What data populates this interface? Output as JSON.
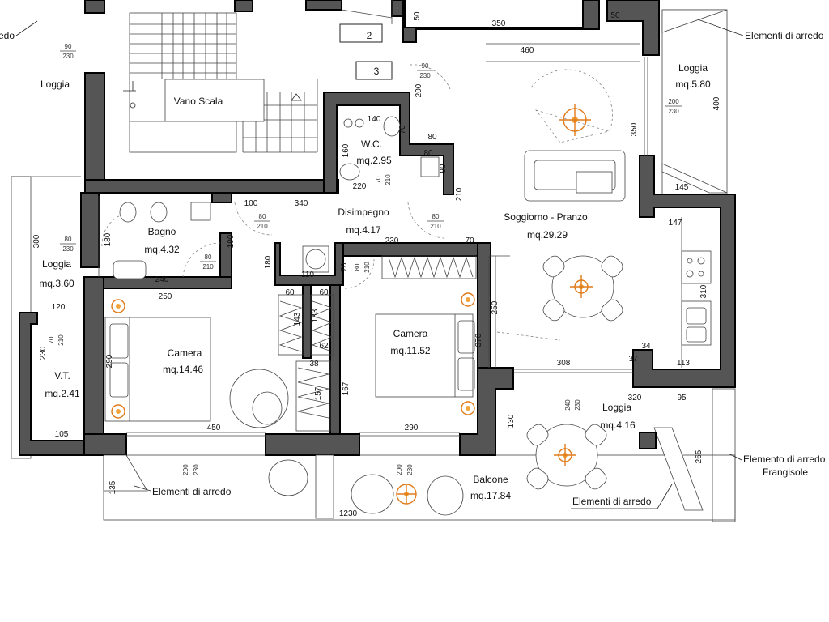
{
  "rooms": [
    {
      "name": "Loggia",
      "area": "",
      "key": "loggia-top-left"
    },
    {
      "name": "Vano Scala",
      "area": "",
      "key": "stairwell"
    },
    {
      "name": "W.C.",
      "area": "mq.2.95",
      "key": "wc"
    },
    {
      "name": "Disimpegno",
      "area": "mq.4.17",
      "key": "hallway"
    },
    {
      "name": "Bagno",
      "area": "mq.4.32",
      "key": "bathroom"
    },
    {
      "name": "Loggia",
      "area": "mq.3.60",
      "key": "loggia-left"
    },
    {
      "name": "V.T.",
      "area": "mq.2.41",
      "key": "vt"
    },
    {
      "name": "Camera",
      "area": "mq.14.46",
      "key": "bedroom-left"
    },
    {
      "name": "Camera",
      "area": "mq.11.52",
      "key": "bedroom-right"
    },
    {
      "name": "Soggiorno - Pranzo",
      "area": "mq.29.29",
      "key": "living"
    },
    {
      "name": "Loggia",
      "area": "mq.5.80",
      "key": "loggia-top-right"
    },
    {
      "name": "Loggia",
      "area": "mq.4.16",
      "key": "loggia-bottom-right"
    },
    {
      "name": "Balcone",
      "area": "mq.17.84",
      "key": "balcony"
    }
  ],
  "callouts": {
    "furniture": "Elementi di arredo",
    "furniture_frangisole_line1": "Elemento di arredo",
    "furniture_frangisole_line2": "Frangisole"
  },
  "stair_numbers": [
    "2",
    "3"
  ],
  "doors": {
    "d90_230": [
      "90",
      "230"
    ],
    "d80_230": [
      "80",
      "230"
    ],
    "d80_210": [
      "80",
      "210"
    ],
    "d70_210": [
      "70",
      "210"
    ],
    "d200_230": [
      "200",
      "230"
    ],
    "d240_230": [
      "240",
      "230"
    ]
  },
  "dimensions": {
    "d50": "50",
    "d350": "350",
    "d460": "460",
    "d400": "400",
    "d140": "140",
    "d70": "70",
    "d80": "80",
    "d160": "160",
    "d220": "220",
    "d90": "90",
    "d200": "200",
    "d210": "210",
    "d100": "100",
    "d340": "340",
    "d180": "180",
    "d190": "190",
    "d240": "240",
    "d230": "230",
    "d110": "110",
    "d300": "300",
    "d250": "250",
    "d60": "60",
    "d143": "143",
    "d133": "133",
    "d62": "62",
    "d38": "38",
    "d157": "157",
    "d167": "167",
    "d120": "120",
    "d290": "290",
    "d105": "105",
    "d450": "450",
    "d135": "135",
    "d1230": "1230",
    "d370": "370",
    "d308": "308",
    "d37": "37",
    "d34": "34",
    "d113": "113",
    "d320": "320",
    "d95": "95",
    "d265": "265",
    "d145": "145",
    "d147": "147",
    "d310": "310",
    "d130": "130"
  },
  "colors": {
    "wall": "#555555",
    "line": "#444444",
    "lamp": "#e07b1a",
    "background": "#ffffff"
  },
  "icons": [
    "light-fixture-icon",
    "sofa-icon",
    "dining-table-icon",
    "kitchen-cooktop-icon",
    "kitchen-sink-icon",
    "toilet-icon",
    "bidet-icon",
    "washbasin-icon",
    "wardrobe-icon",
    "bed-icon",
    "armchair-icon",
    "stair-arrow-icon"
  ]
}
